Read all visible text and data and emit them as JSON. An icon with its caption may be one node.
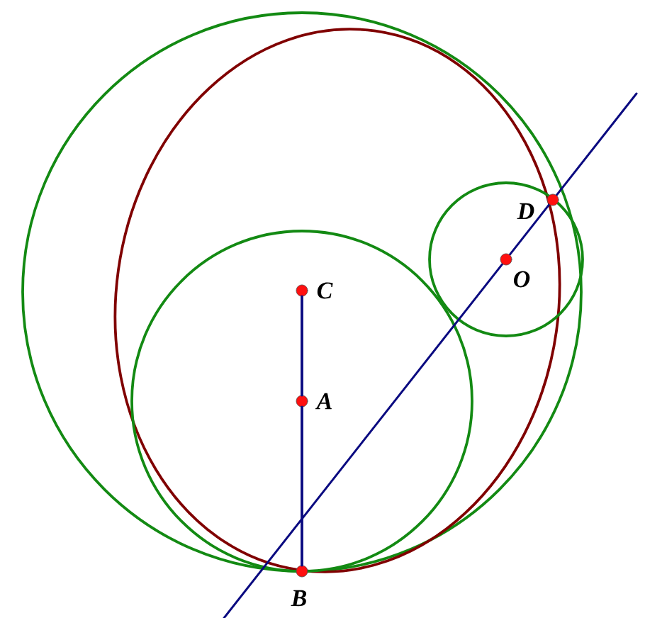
{
  "diagram": {
    "nodes": [
      {
        "text": [],
        "shape": "circle",
        "beside": [
          "C"
        ]
      },
      {
        "text": [],
        "shape": "circle",
        "beside": [
          "A"
        ]
      },
      {
        "text": [],
        "shape": "circle",
        "beside": [
          "B"
        ]
      },
      {
        "text": [],
        "shape": "circle",
        "beside": [
          "D"
        ]
      },
      {
        "text": [],
        "shape": "circle",
        "beside": [
          "O"
        ]
      }
    ],
    "edges": [
      {
        "from": 0,
        "to": 1,
        "arrow": "none"
      },
      {
        "from": 1,
        "to": 2,
        "arrow": "none"
      }
    ]
  }
}
